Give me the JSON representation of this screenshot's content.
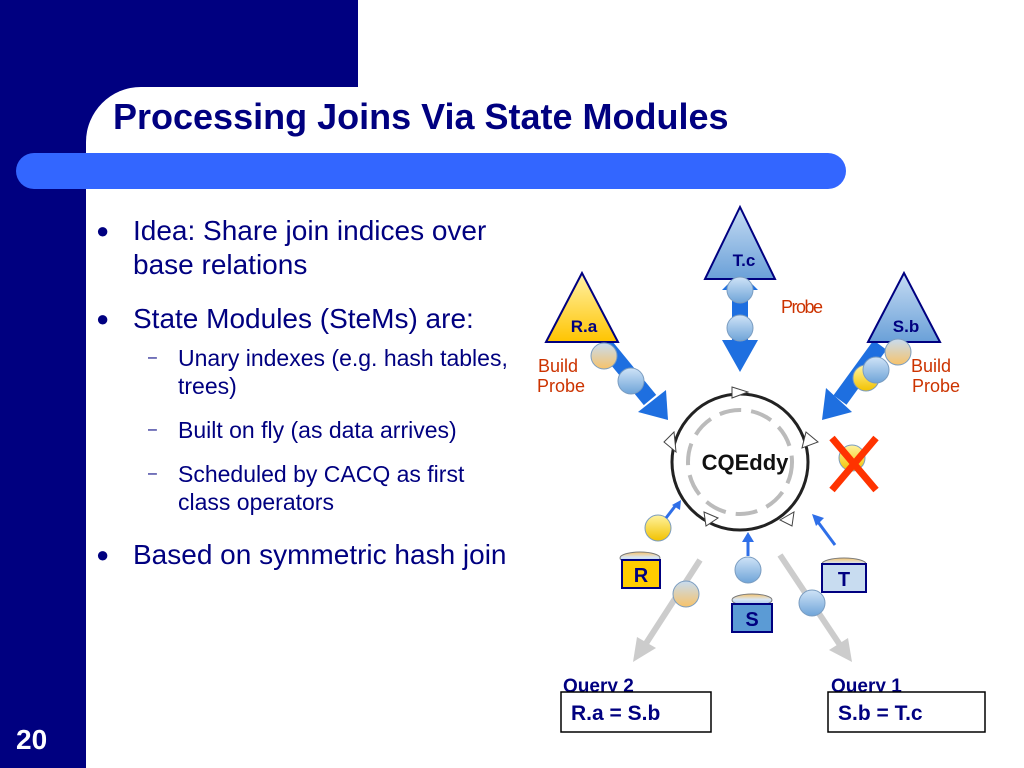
{
  "slide": {
    "title": "Processing Joins Via State Modules",
    "number": "20"
  },
  "bullets": [
    {
      "text": "Idea:  Share join indices over base relations"
    },
    {
      "text": "State Modules (SteMs) are:"
    },
    {
      "text": "Based on symmetric hash join"
    }
  ],
  "sub_bullets": [
    {
      "text": "Unary indexes (e.g. hash tables, trees)"
    },
    {
      "text": "Built on fly (as data arrives)"
    },
    {
      "text": "Scheduled by CACQ as first class operators"
    }
  ],
  "diagram": {
    "steMs": [
      "T.c",
      "R.a",
      "S.b"
    ],
    "eddy_label": "CQEddy",
    "sources": [
      "R",
      "S",
      "T"
    ],
    "probe_label": "Probe",
    "build_label": "Build",
    "queries": [
      {
        "name": "Query 2",
        "predicate": "R.a = S.b"
      },
      {
        "name": "Query 1",
        "predicate": "S.b = T.c"
      }
    ],
    "colors": {
      "navy": "#000080",
      "accent_blue": "#3366ff",
      "arrow_blue": "#1e6fe0",
      "stem_yellow": "#ffcc00",
      "stem_blue": "#5b9bd5",
      "label_red": "#cc3300",
      "cross_red": "#ff3300"
    }
  }
}
